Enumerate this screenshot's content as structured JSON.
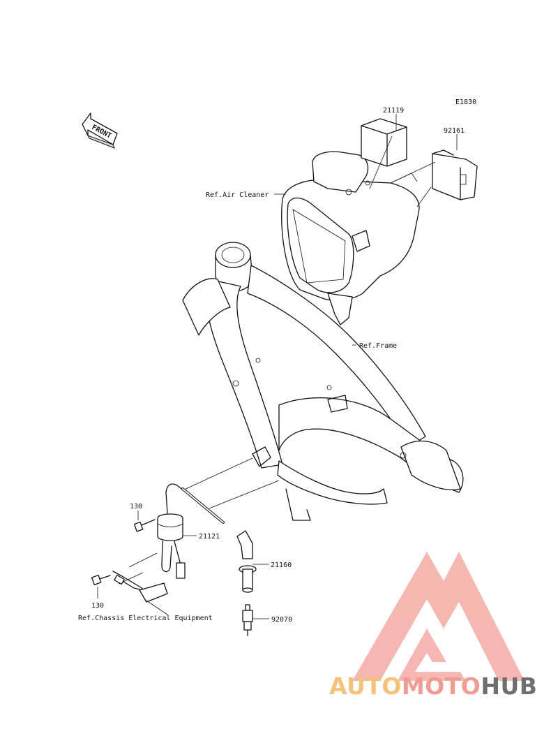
{
  "diagram_code": "E1830",
  "front_label": "FRONT",
  "parts": {
    "p21119": "21119",
    "p92161": "92161",
    "p130a": "130",
    "p21121": "21121",
    "p21160": "21160",
    "p130b": "130",
    "p92070": "92070"
  },
  "refs": {
    "air_cleaner": "Ref.Air Cleaner",
    "frame": "Ref.Frame",
    "chassis": "Ref.Chassis Electrical Equipment"
  },
  "watermark": {
    "part1": "AUTO",
    "part2": "MOTO",
    "part3": "HUB",
    "color1": "#f4c27a",
    "color2": "#f19c93",
    "color3": "#6e6e6e",
    "logo_color": "#f19c93"
  }
}
